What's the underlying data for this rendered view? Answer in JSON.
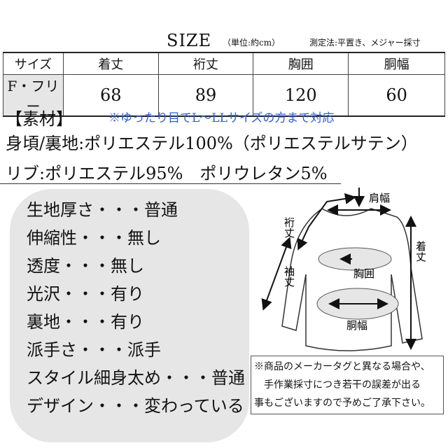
{
  "header": {
    "title": "SIZE",
    "unit": "（単位:約cm）",
    "method": "測定法:平置き、メジャー採寸"
  },
  "size_table": {
    "columns": [
      "サイズ",
      "着丈",
      "裄丈",
      "胸囲",
      "胴幅"
    ],
    "rows": [
      [
        "F・フリー",
        "68",
        "89",
        "120",
        "60"
      ]
    ]
  },
  "materials": {
    "header": "【素材】",
    "note": "※ゆったり目でL〜LLサイズの方まで対応",
    "body": "身頃/裏地:ポリエステル100%（ポリエステルサテン）",
    "rib": "リブ:ポリエステル95%　ポリウレタン5%"
  },
  "properties": [
    "生地厚さ・・・普通",
    "伸縮性・・・無し",
    "透度・・・無し",
    "光沢・・・有り",
    "裏地・・・有り",
    "派手さ・・・派手",
    "スタイル細身太め・・・普通",
    "デザイン・・・変わっている"
  ],
  "diagram": {
    "shoulder": "肩幅",
    "yuki": "裄丈",
    "length": "着丈",
    "sleeve": "袖丈",
    "chest": "胸囲",
    "waist": "胴幅"
  },
  "notice": [
    "※商品のメーカータグと異なる場合や、",
    "手作業採寸につき若干の誤差が出る",
    "事もございますので予めご了承下さい。"
  ]
}
